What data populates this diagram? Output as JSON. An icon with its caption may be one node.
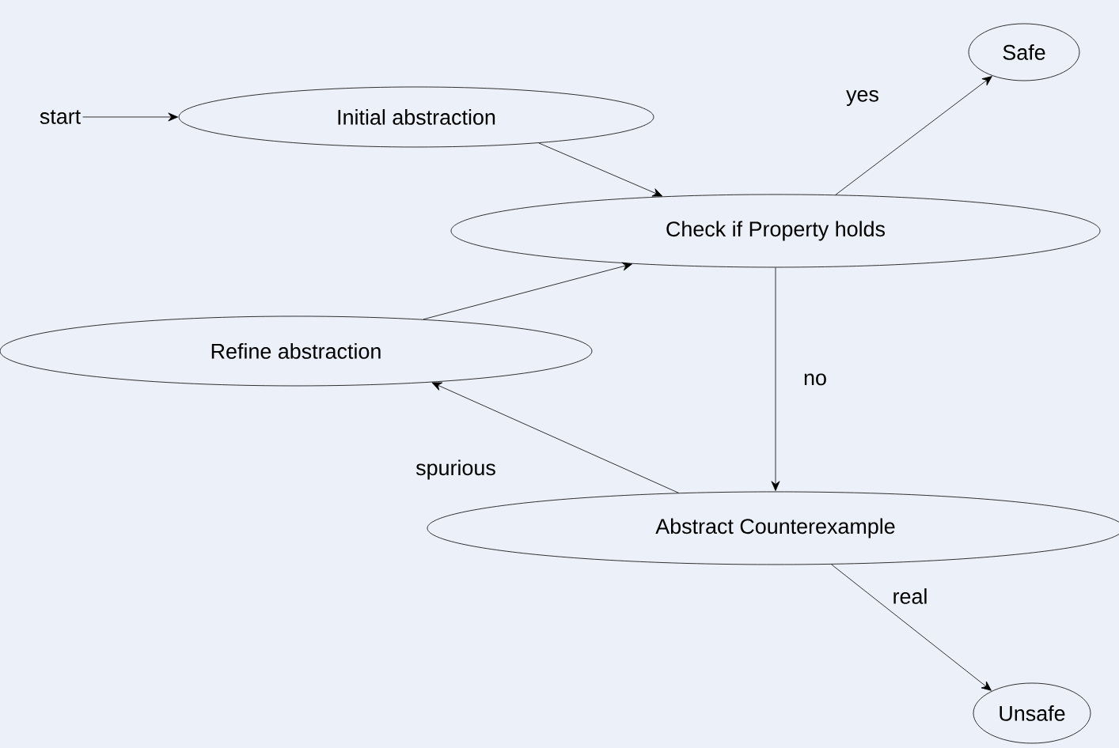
{
  "diagram": {
    "nodes": [
      {
        "text": [
          "start"
        ]
      },
      {
        "text": [
          "Initial abstraction"
        ]
      },
      {
        "text": [
          "Safe"
        ]
      },
      {
        "text": [
          "Check if Property holds"
        ]
      },
      {
        "text": [
          "Refine abstraction"
        ]
      },
      {
        "text": [
          "Abstract Counterexample"
        ]
      },
      {
        "text": [
          "Unsafe"
        ]
      }
    ],
    "edges": [
      {
        "from": 0,
        "to": 1,
        "arrow": "to"
      },
      {
        "from": 1,
        "to": 3,
        "arrow": "to"
      },
      {
        "from": 3,
        "to": 2,
        "arrow": "to",
        "label": "yes"
      },
      {
        "from": 3,
        "to": 5,
        "arrow": "to",
        "label": "no"
      },
      {
        "from": 5,
        "to": 4,
        "arrow": "to",
        "label": "spurious"
      },
      {
        "from": 4,
        "to": 3,
        "arrow": "to"
      },
      {
        "from": 5,
        "to": 6,
        "arrow": "to",
        "label": "real"
      }
    ]
  }
}
